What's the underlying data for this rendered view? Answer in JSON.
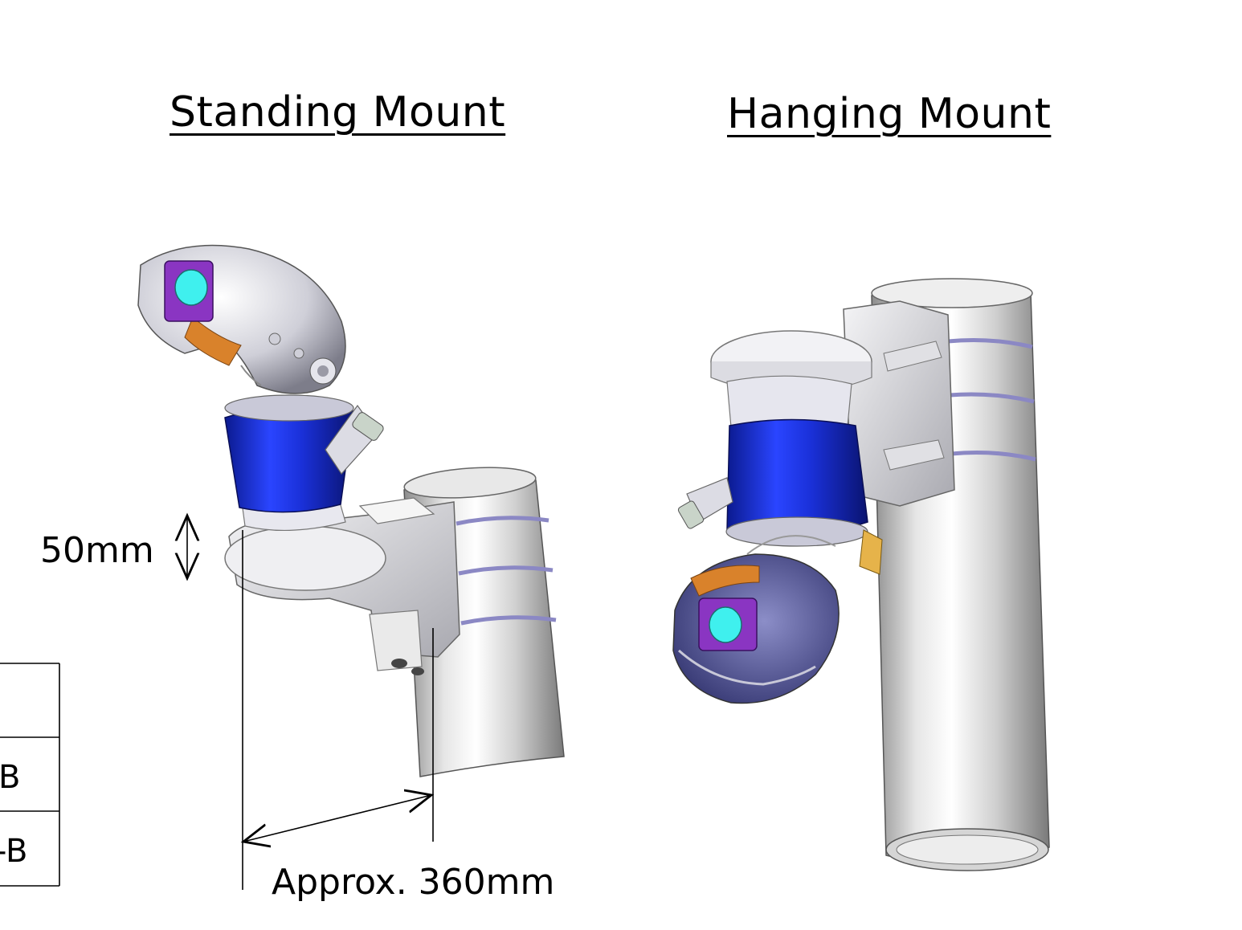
{
  "titles": {
    "standing": "Standing Mount",
    "hanging": "Hanging Mount"
  },
  "dimensions": {
    "height_offset": "50mm",
    "horizontal_offset": "Approx. 360mm"
  },
  "partial_table": {
    "cells": [
      "",
      "B",
      "-B"
    ]
  },
  "colors": {
    "motor_housing": "#1a2fd0",
    "camera_lens": "#3ff0ee",
    "camera_board": "#8a35c2",
    "bracket_accent": "#d9822b",
    "metal": "#d8d8dc"
  }
}
